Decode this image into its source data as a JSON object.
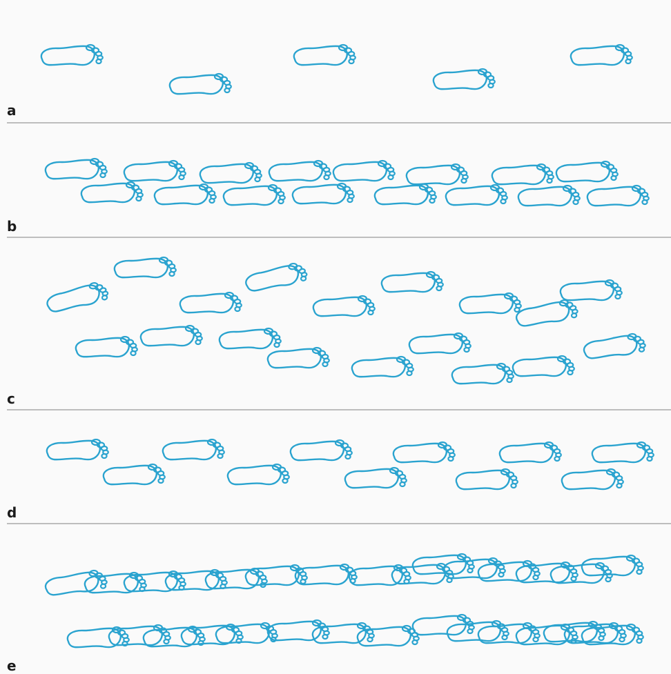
{
  "colors": {
    "footprint": "#2aa3cf",
    "background": "#fafafa",
    "divider": "#bdbdbd",
    "label": "#1b1b1b"
  },
  "panels": [
    {
      "label": "a"
    },
    {
      "label": "b"
    },
    {
      "label": "c"
    },
    {
      "label": "d"
    },
    {
      "label": "e"
    }
  ]
}
